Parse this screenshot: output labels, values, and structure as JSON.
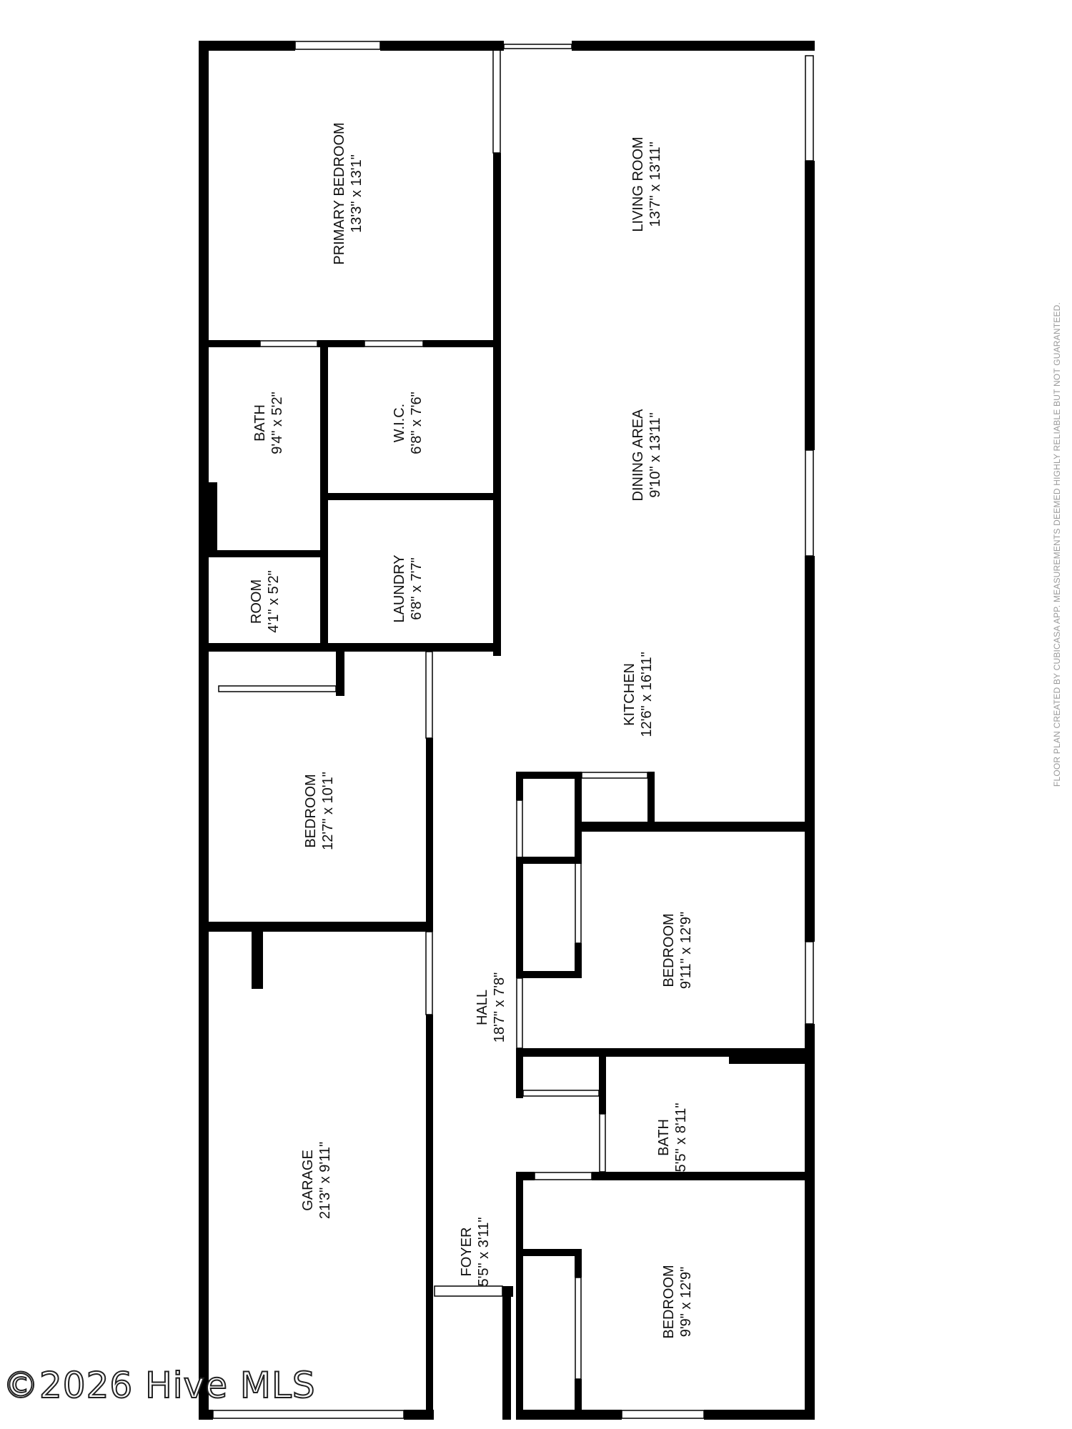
{
  "floor_plan": {
    "rooms": [
      {
        "name": "PRIMARY BEDROOM",
        "size": "13'3\" x 13'1\""
      },
      {
        "name": "LIVING ROOM",
        "size": "13'7\" x 13'11\""
      },
      {
        "name": "BATH",
        "size": "9'4\" x 5'2\""
      },
      {
        "name": "W.I.C.",
        "size": "6'8\" x 7'6\""
      },
      {
        "name": "DINING AREA",
        "size": "9'10\" x 13'11\""
      },
      {
        "name": "ROOM",
        "size": "4'1\" x 5'2\""
      },
      {
        "name": "LAUNDRY",
        "size": "6'8\" x 7'7\""
      },
      {
        "name": "KITCHEN",
        "size": "12'6\" x 16'11\""
      },
      {
        "name": "BEDROOM",
        "size": "12'7\" x 10'1\""
      },
      {
        "name": "BEDROOM",
        "size": "9'11\" x 12'9\""
      },
      {
        "name": "HALL",
        "size": "18'7\" x 7'8\""
      },
      {
        "name": "GARAGE",
        "size": "21'3\" x 9'11\""
      },
      {
        "name": "BATH",
        "size": "5'5\" x 8'11\""
      },
      {
        "name": "FOYER",
        "size": "5'5\" x 3'11\""
      },
      {
        "name": "BEDROOM",
        "size": "9'9\" x 12'9\""
      }
    ]
  },
  "disclaimer": "FLOOR PLAN CREATED BY CUBICASA APP. MEASUREMENTS DEEMED HIGHLY RELIABLE BUT NOT GUARANTEED.",
  "watermark": "©2026 Hive MLS"
}
